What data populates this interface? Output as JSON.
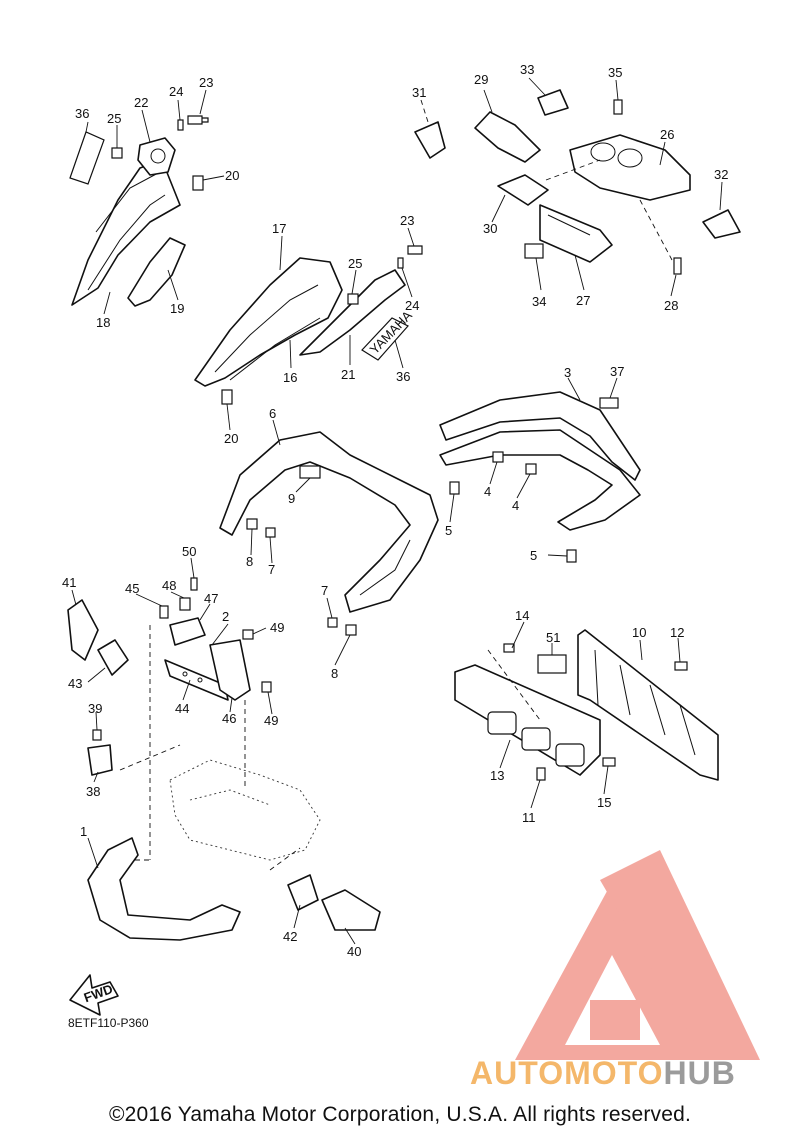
{
  "diagram_code": "8ETF110-P360",
  "fwd_label": "FWD",
  "copyright": "©2016 Yamaha Motor Corporation, U.S.A. All rights reserved.",
  "watermark": {
    "part1": "AUTOMOTO",
    "part2": "HUB",
    "color_primary": "#ef8b80",
    "color_accent": "#f4b76a",
    "color_gray": "#9b9b9b"
  },
  "decal_text": "YAMAHA",
  "callouts": {
    "c36a": "36",
    "c25a": "25",
    "c22": "22",
    "c24a": "24",
    "c23a": "23",
    "c20a": "20",
    "c18": "18",
    "c19": "19",
    "c17": "17",
    "c25b": "25",
    "c23b": "23",
    "c24b": "24",
    "c16": "16",
    "c21": "21",
    "c36b": "36",
    "c20b": "20",
    "c31": "31",
    "c29": "29",
    "c33": "33",
    "c35": "35",
    "c26": "26",
    "c32": "32",
    "c30": "30",
    "c34": "34",
    "c27": "27",
    "c28": "28",
    "c6": "6",
    "c9": "9",
    "c8a": "8",
    "c7a": "7",
    "c3": "3",
    "c37": "37",
    "c4a": "4",
    "c4b": "4",
    "c5a": "5",
    "c5b": "5",
    "c7b": "7",
    "c8b": "8",
    "c50": "50",
    "c41": "41",
    "c45": "45",
    "c48": "48",
    "c47": "47",
    "c2": "2",
    "c49a": "49",
    "c49b": "49",
    "c43": "43",
    "c44": "44",
    "c46": "46",
    "c39": "39",
    "c38": "38",
    "c14": "14",
    "c51": "51",
    "c10": "10",
    "c12": "12",
    "c13": "13",
    "c11": "11",
    "c15": "15",
    "c1": "1",
    "c42": "42",
    "c40": "40"
  }
}
